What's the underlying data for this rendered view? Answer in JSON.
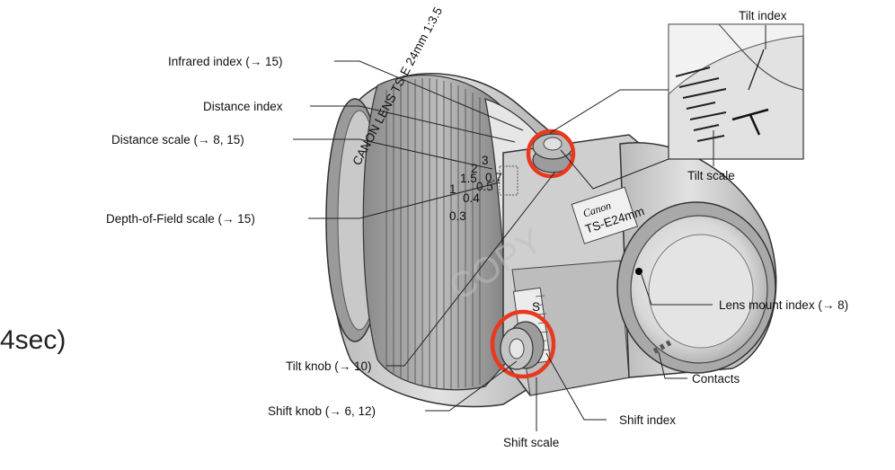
{
  "labels": {
    "infrared_index": "Infrared index (→ 15)",
    "distance_index": "Distance index",
    "distance_scale": "Distance scale (→ 8, 15)",
    "dof_scale": "Depth-of-Field scale (→ 15)",
    "tilt_knob": "Tilt knob (→ 10)",
    "shift_knob": "Shift knob (→ 6, 12)",
    "shift_scale": "Shift scale",
    "shift_index": "Shift index",
    "contacts": "Contacts",
    "lens_mount_index": "Lens mount index (→ 8)",
    "tilt_index": "Tilt index",
    "tilt_scale": "Tilt scale"
  },
  "lens_text": {
    "brand": "Canon",
    "model": "TS-E24mm",
    "barrel": "CANON LENS TS-E 24mm 1:3.5",
    "watermark": "COPY",
    "shift_letter": "S",
    "tilt_letter": "T"
  },
  "left_fragment": "4sec)",
  "colors": {
    "highlight": "#e8381e",
    "line": "#222222",
    "body": "#d6d6d6",
    "dark": "#8a8a8a"
  }
}
